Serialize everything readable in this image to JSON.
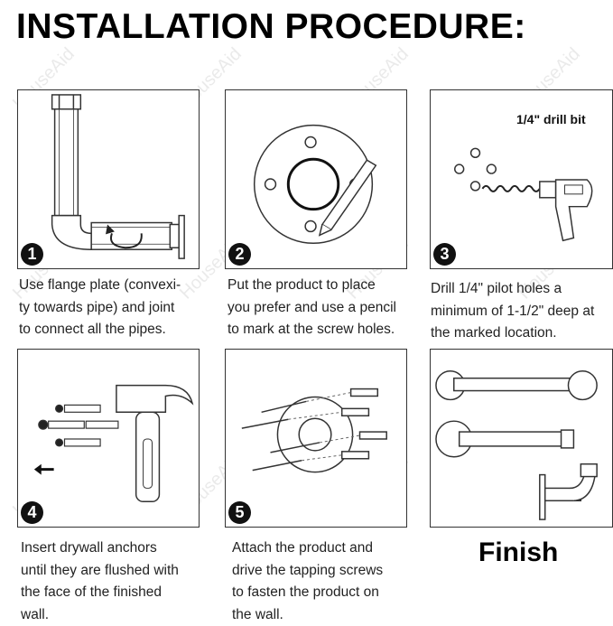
{
  "title": "INSTALLATION PROCEDURE:",
  "watermark": "HouseAid",
  "steps": [
    {
      "number": "1",
      "caption": "Use flange plate (convexi-\nty towards pipe) and joint\nto connect all the pipes."
    },
    {
      "number": "2",
      "caption": "Put the product to place\nyou prefer and use a pencil\nto mark at the screw holes."
    },
    {
      "number": "3",
      "caption": "Drill 1/4\" pilot holes a\nminimum of 1-1/2\" deep at\nthe marked location.",
      "label": "1/4\" drill bit"
    },
    {
      "number": "4",
      "caption": "Insert drywall anchors\nuntil they are flushed with\nthe face of the finished\nwall."
    },
    {
      "number": "5",
      "caption": "Attach the product and\ndrive the tapping screws\nto fasten the product on\nthe wall."
    }
  ],
  "finish_label": "Finish"
}
